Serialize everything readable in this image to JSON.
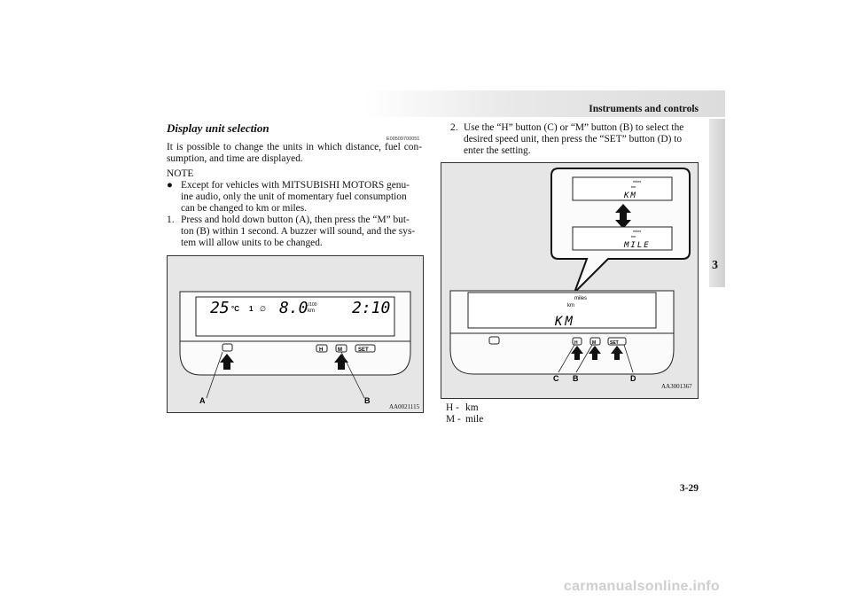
{
  "header": {
    "title": "Instruments and controls",
    "chapter": "3",
    "page_number": "3-29"
  },
  "left_column": {
    "heading": "Display unit selection",
    "code": "E00509700051",
    "intro_line1": "It is possible to change the units in which distance, fuel con-",
    "intro_line2": "sumption, and time are displayed.",
    "note_label": "NOTE",
    "bullet_symbol": "●",
    "note_line1": "Except for vehicles with MITSUBISHI MOTORS genu-",
    "note_line2": "ine audio, only the unit of momentary fuel consumption",
    "note_line3": "can be changed to km or miles.",
    "step1_num": "1.",
    "step1_line1": "Press and hold down button (A), then press the “M” but-",
    "step1_line2": "ton (B) within 1 second. A buzzer will sound, and the sys-",
    "step1_line3": "tem will allow units to be changed."
  },
  "figure1": {
    "temp": "25",
    "temp_unit": "°C",
    "mode_num": "1",
    "slash_symbol": "∅",
    "consumption": "8.0",
    "consumption_unit_top": "L/100",
    "consumption_unit_bottom": "km",
    "clock": "2:10",
    "btn_h": "H",
    "btn_m": "M",
    "btn_set": "SET",
    "label_a": "A",
    "label_b": "B",
    "code": "AA0021115"
  },
  "right_column": {
    "step2_num": "2.",
    "step2_line1": "Use the “H” button (C) or “M” button (B) to select the",
    "step2_line2": "desired speed unit, then press the “SET” button (D) to",
    "step2_line3": "enter the setting."
  },
  "figure2": {
    "callout_top_small1": "miles",
    "callout_top_small2": "km",
    "callout_top_main": "KM",
    "callout_bottom_small1": "miles",
    "callout_bottom_small2": "km",
    "callout_bottom_main": "MILE",
    "display_small1": "miles",
    "display_small2": "km",
    "display_main": "KM",
    "btn_h": "H",
    "btn_m": "M",
    "btn_set": "SET",
    "label_c": "C",
    "label_b": "B",
    "label_d": "D",
    "code": "AA3001367"
  },
  "legend": [
    {
      "key": "H -",
      "value": "km"
    },
    {
      "key": "M -",
      "value": "mile"
    }
  ],
  "footer": "carmanualsonline.info"
}
